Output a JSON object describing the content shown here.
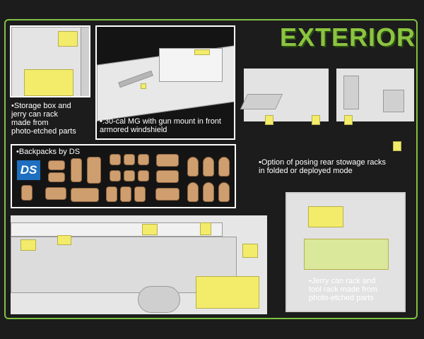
{
  "header": {
    "title": "EXTERIOR"
  },
  "captions": {
    "storage": [
      "•Storage box and",
      "jerry can rack",
      "made from",
      "photo-etched parts"
    ],
    "mg": [
      "•.30-cal MG with gun mount in front",
      "armored windshield"
    ],
    "backpacks": [
      "•Backpacks by DS"
    ],
    "racks": [
      "•Option of posing rear stowage racks",
      "in folded or deployed mode"
    ],
    "jerry": [
      "•Jerry can rack and",
      "tool rack made from",
      "photo-etched parts"
    ]
  },
  "logo": {
    "text": "DS"
  },
  "colors": {
    "accent": "#7fc241",
    "photo_etched": "#f2ec6a",
    "backpack": "#cf9e6e",
    "ds_blue": "#1e6fc0",
    "background": "#1c1c1c"
  }
}
